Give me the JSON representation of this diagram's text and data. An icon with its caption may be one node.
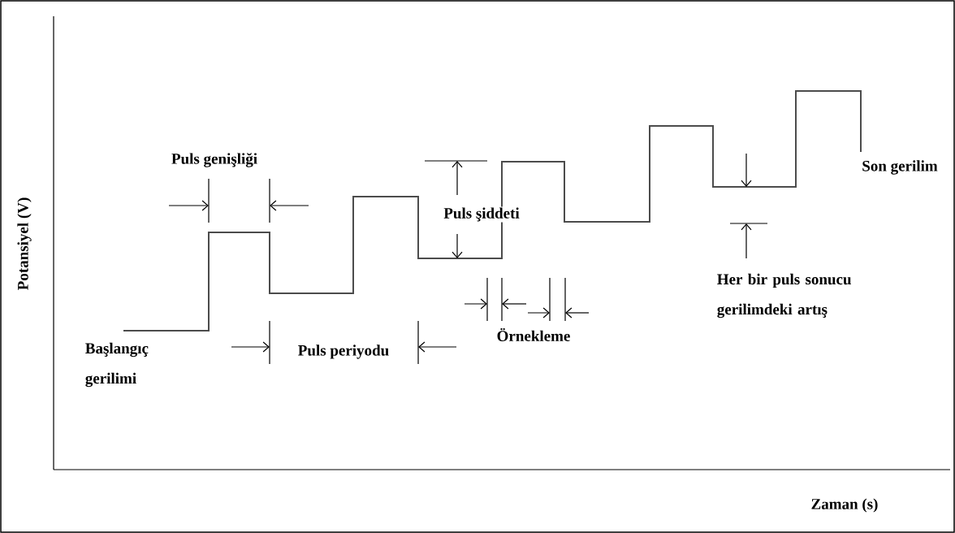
{
  "diagram": {
    "labels": [
      "Puls genişliği",
      "Son gerilim",
      "Puls şiddeti",
      "Her bir puls sonucu gerilimdeki artış",
      "Örnekleme",
      "Başlangıç gerilimi",
      "Puls periyodu",
      "Potansiyel (V)",
      "Zaman (s)"
    ]
  }
}
